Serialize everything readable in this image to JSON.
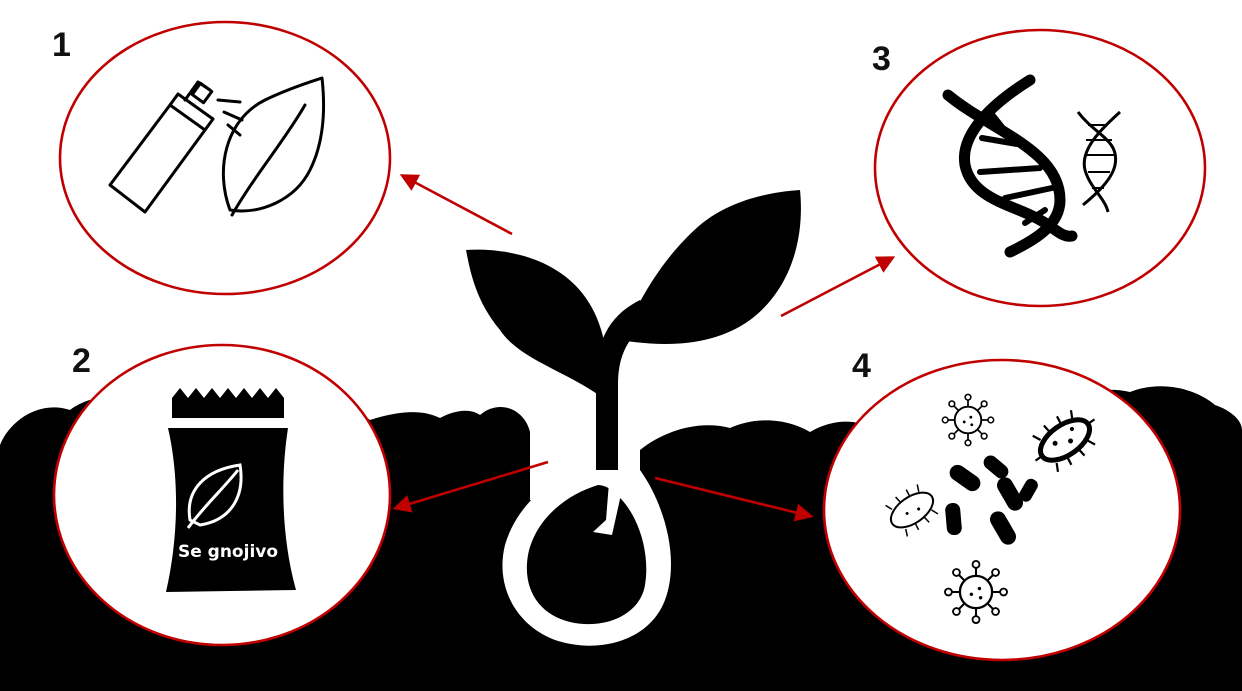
{
  "colors": {
    "background": "#ffffff",
    "ink": "#000000",
    "accent_red": "#c00000"
  },
  "steps": [
    {
      "number": "1",
      "icon": "spray-leaf-icon"
    },
    {
      "number": "2",
      "icon": "fertilizer-bag-icon",
      "bag_label": "Se gnojivo"
    },
    {
      "number": "3",
      "icon": "dna-icon"
    },
    {
      "number": "4",
      "icon": "microbes-icon"
    }
  ],
  "center_icon": "seedling-icon"
}
